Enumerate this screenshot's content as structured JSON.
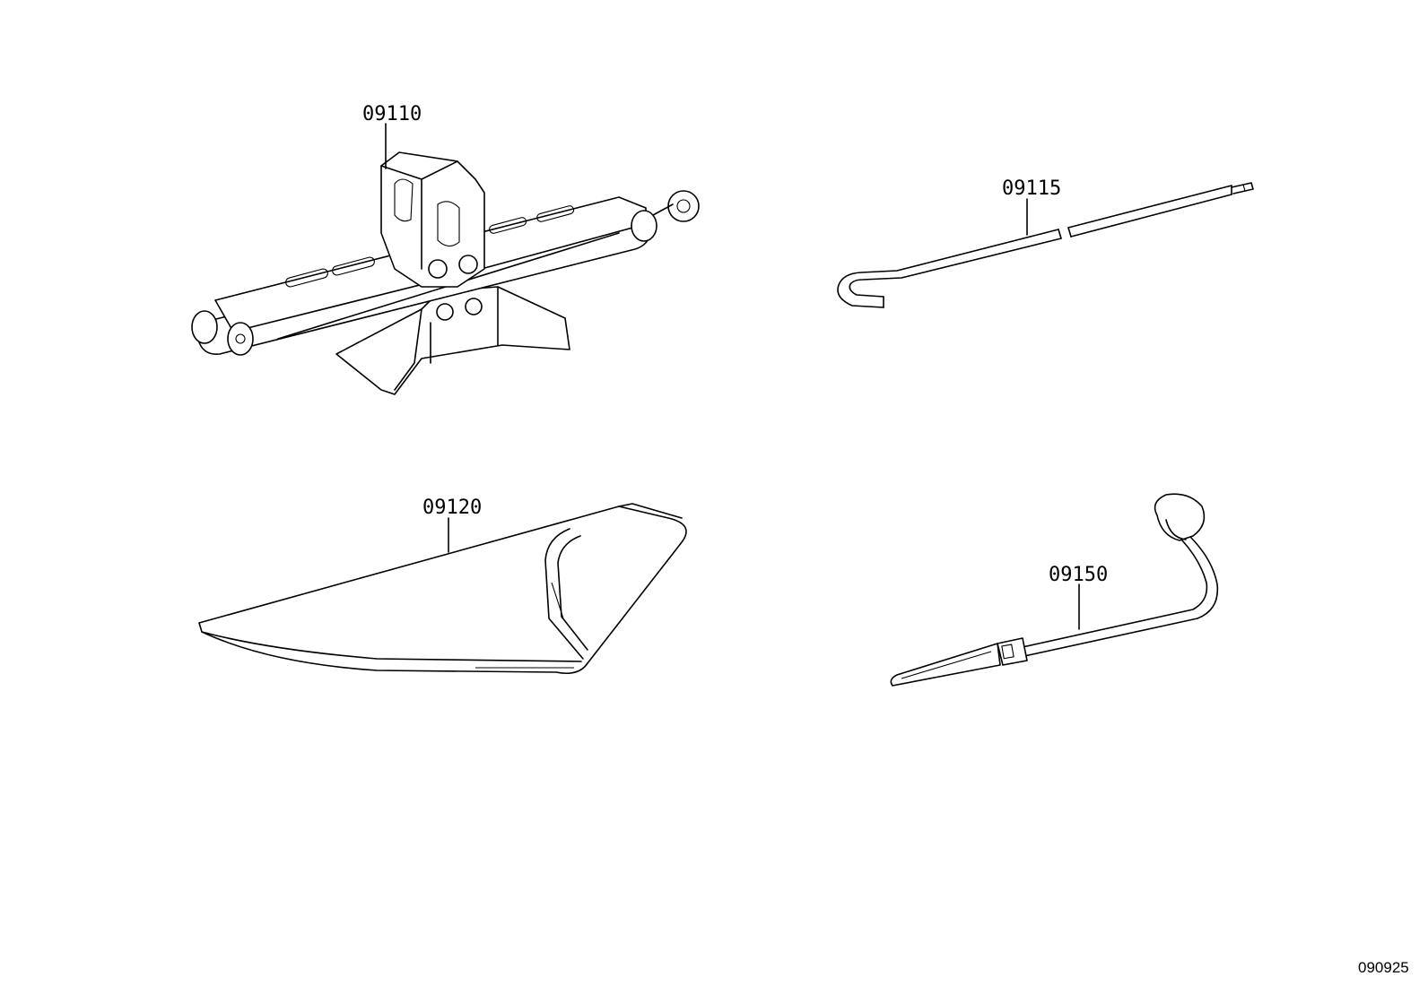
{
  "parts": [
    {
      "id": "jack",
      "number": "09110",
      "icon": "scissor-jack-icon"
    },
    {
      "id": "jack-handle",
      "number": "09115",
      "icon": "jack-handle-rod-icon"
    },
    {
      "id": "tool-bag",
      "number": "09120",
      "icon": "tool-bag-icon"
    },
    {
      "id": "wheel-wrench",
      "number": "09150",
      "icon": "lug-wrench-icon"
    }
  ],
  "diagram_code": "090925"
}
